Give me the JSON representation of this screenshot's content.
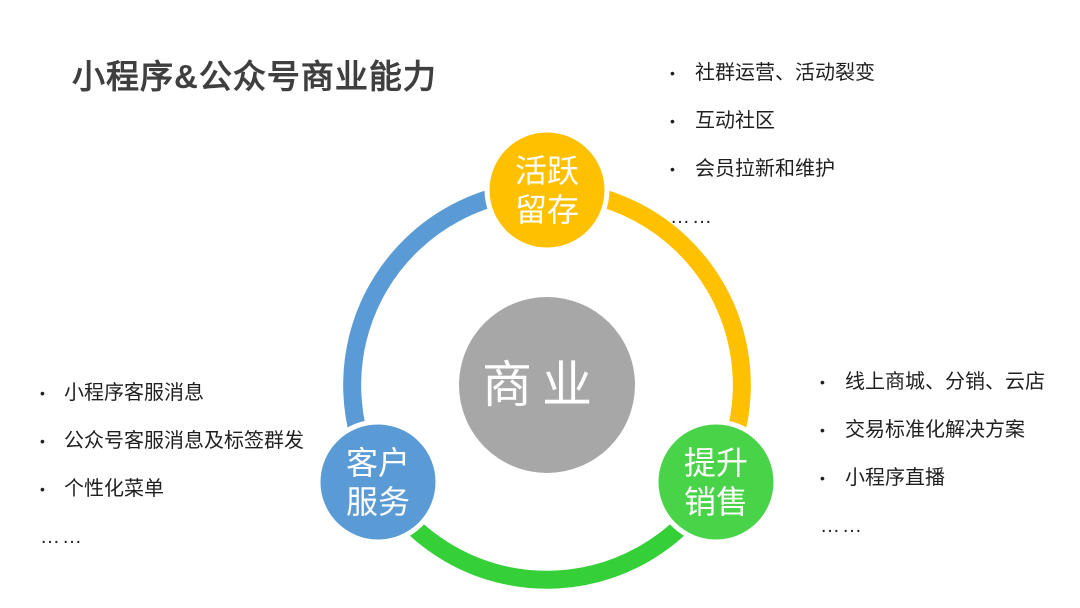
{
  "title": "小程序&公众号商业能力",
  "colors": {
    "title_text": "#3F3F3F",
    "body_text": "#1F1F1F",
    "center_fill": "#A7A7A7",
    "retention_fill": "#FFC000",
    "service_fill": "#5B9BD5",
    "sales_fill": "#48D348",
    "arc_blue": "#5B9BD5",
    "arc_yellow": "#FFC000",
    "arc_green": "#35CF38",
    "circle_label_text": "#FFFFFF"
  },
  "center": {
    "label": "商业"
  },
  "nodes": {
    "retention": {
      "line1": "活跃",
      "line2": "留存"
    },
    "service": {
      "line1": "客户",
      "line2": "服务"
    },
    "sales": {
      "line1": "提升",
      "line2": "销售"
    }
  },
  "lists": {
    "retention": {
      "bullet": "•",
      "items": [
        "社群运营、活动裂变",
        "互动社区",
        "会员拉新和维护"
      ],
      "more": "……"
    },
    "sales": {
      "bullet": "•",
      "items": [
        "线上商城、分销、云店",
        "交易标准化解决方案",
        "小程序直播"
      ],
      "more": "……"
    },
    "service": {
      "bullet": "•",
      "items": [
        "小程序客服消息",
        "公众号客服消息及标签群发",
        "个性化菜单"
      ],
      "more": "……"
    }
  }
}
